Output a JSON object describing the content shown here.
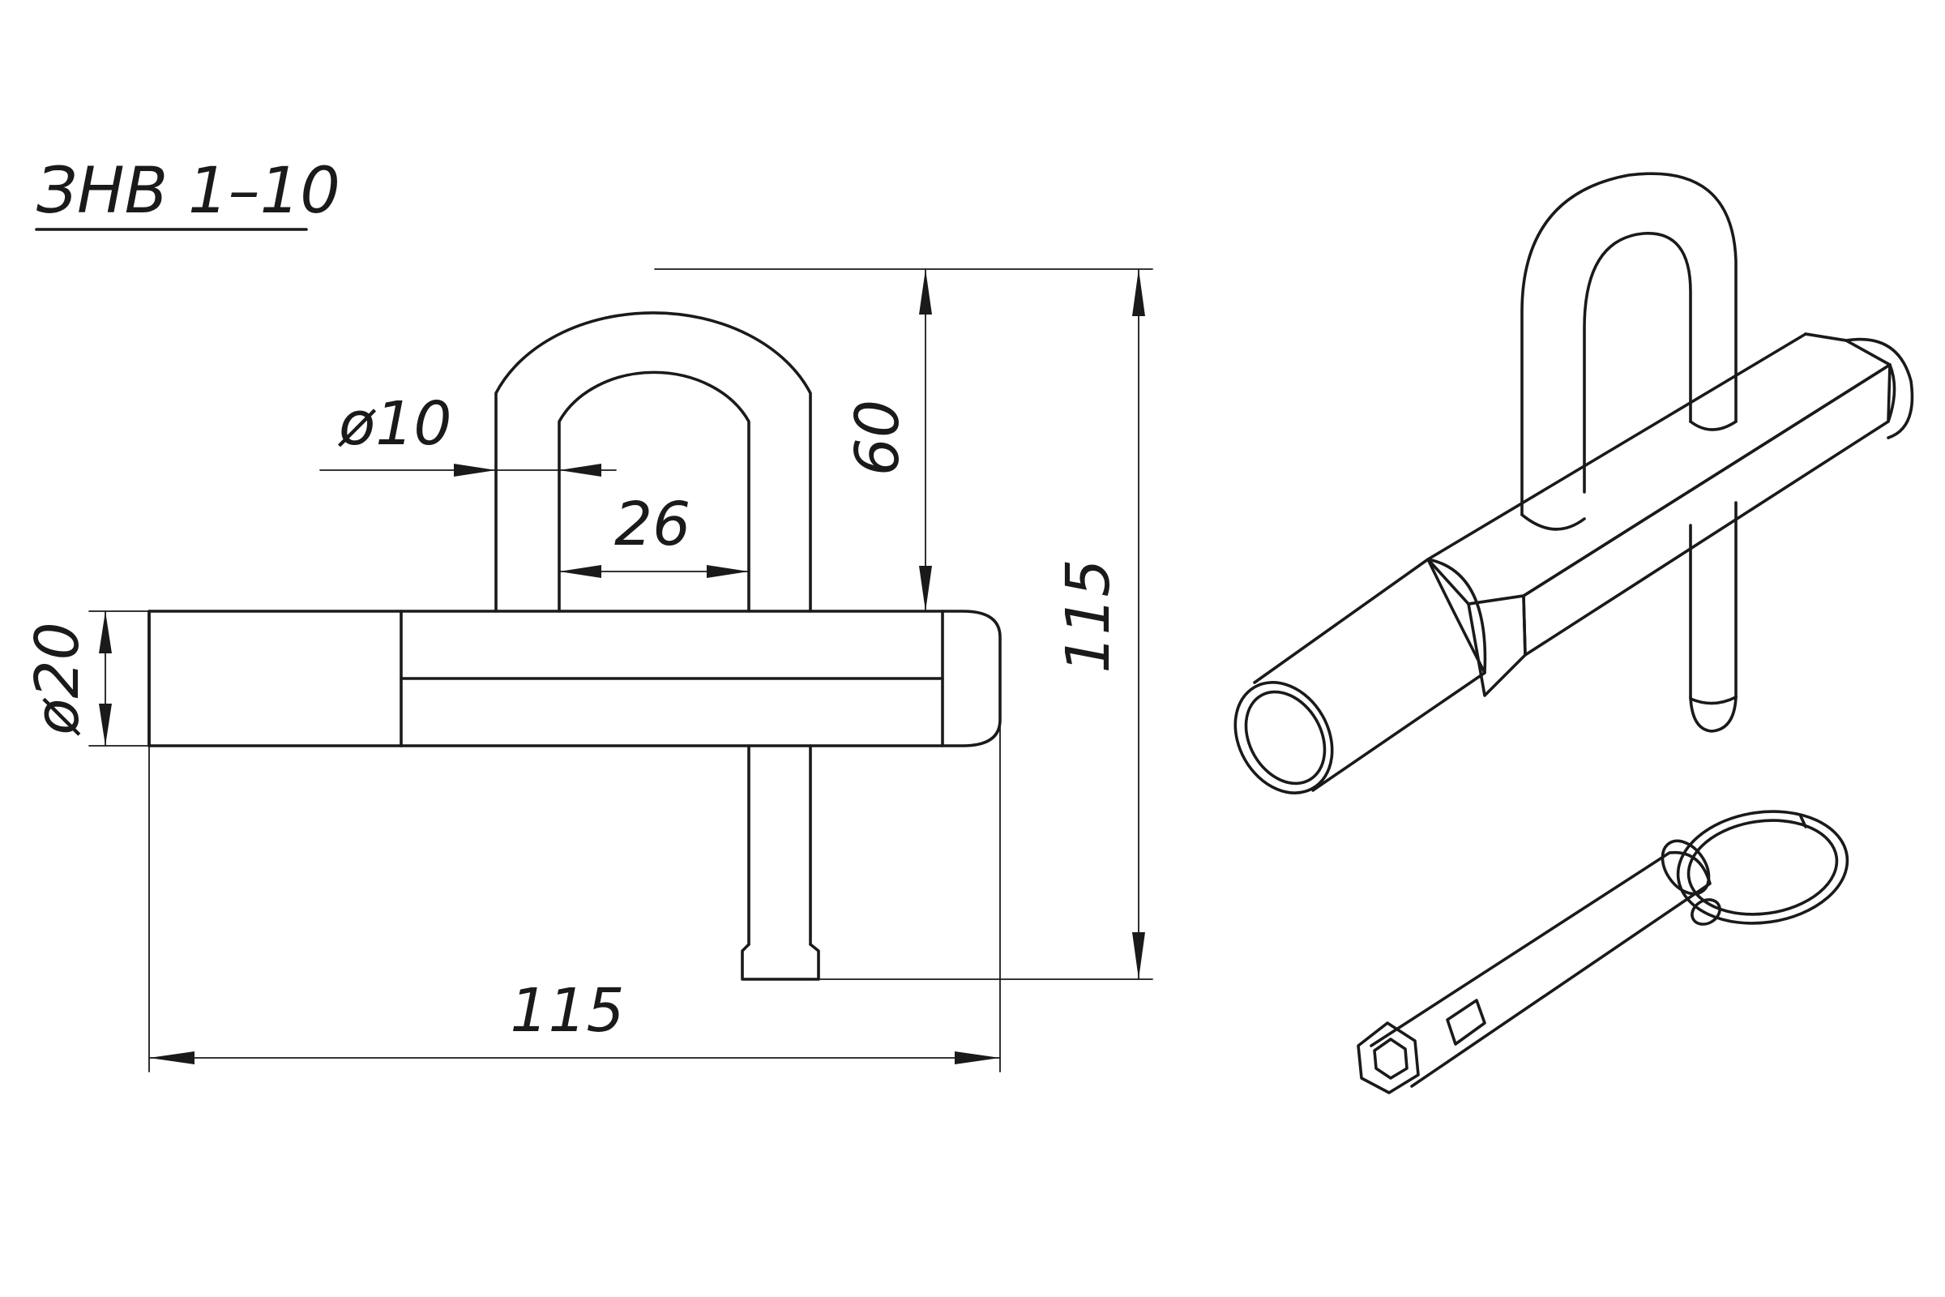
{
  "title": "ЗНВ 1–10",
  "dimensions": {
    "rod_diameter": "ø10",
    "inner_width": "26",
    "shackle_height": "60",
    "overall_height": "115",
    "body_diameter": "ø20",
    "overall_length": "115"
  }
}
